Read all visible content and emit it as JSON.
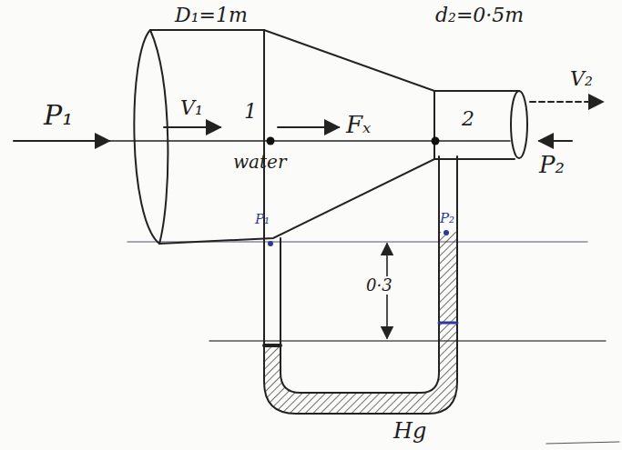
{
  "diagram": {
    "labels": [
      "D₁=1m",
      "d₂=0·5m",
      "P₁",
      "V₁",
      "1",
      "Fₓ",
      "2",
      "V₂",
      "water",
      "P₂",
      "P₁",
      "P₂",
      "0·3",
      "Hg"
    ]
  }
}
